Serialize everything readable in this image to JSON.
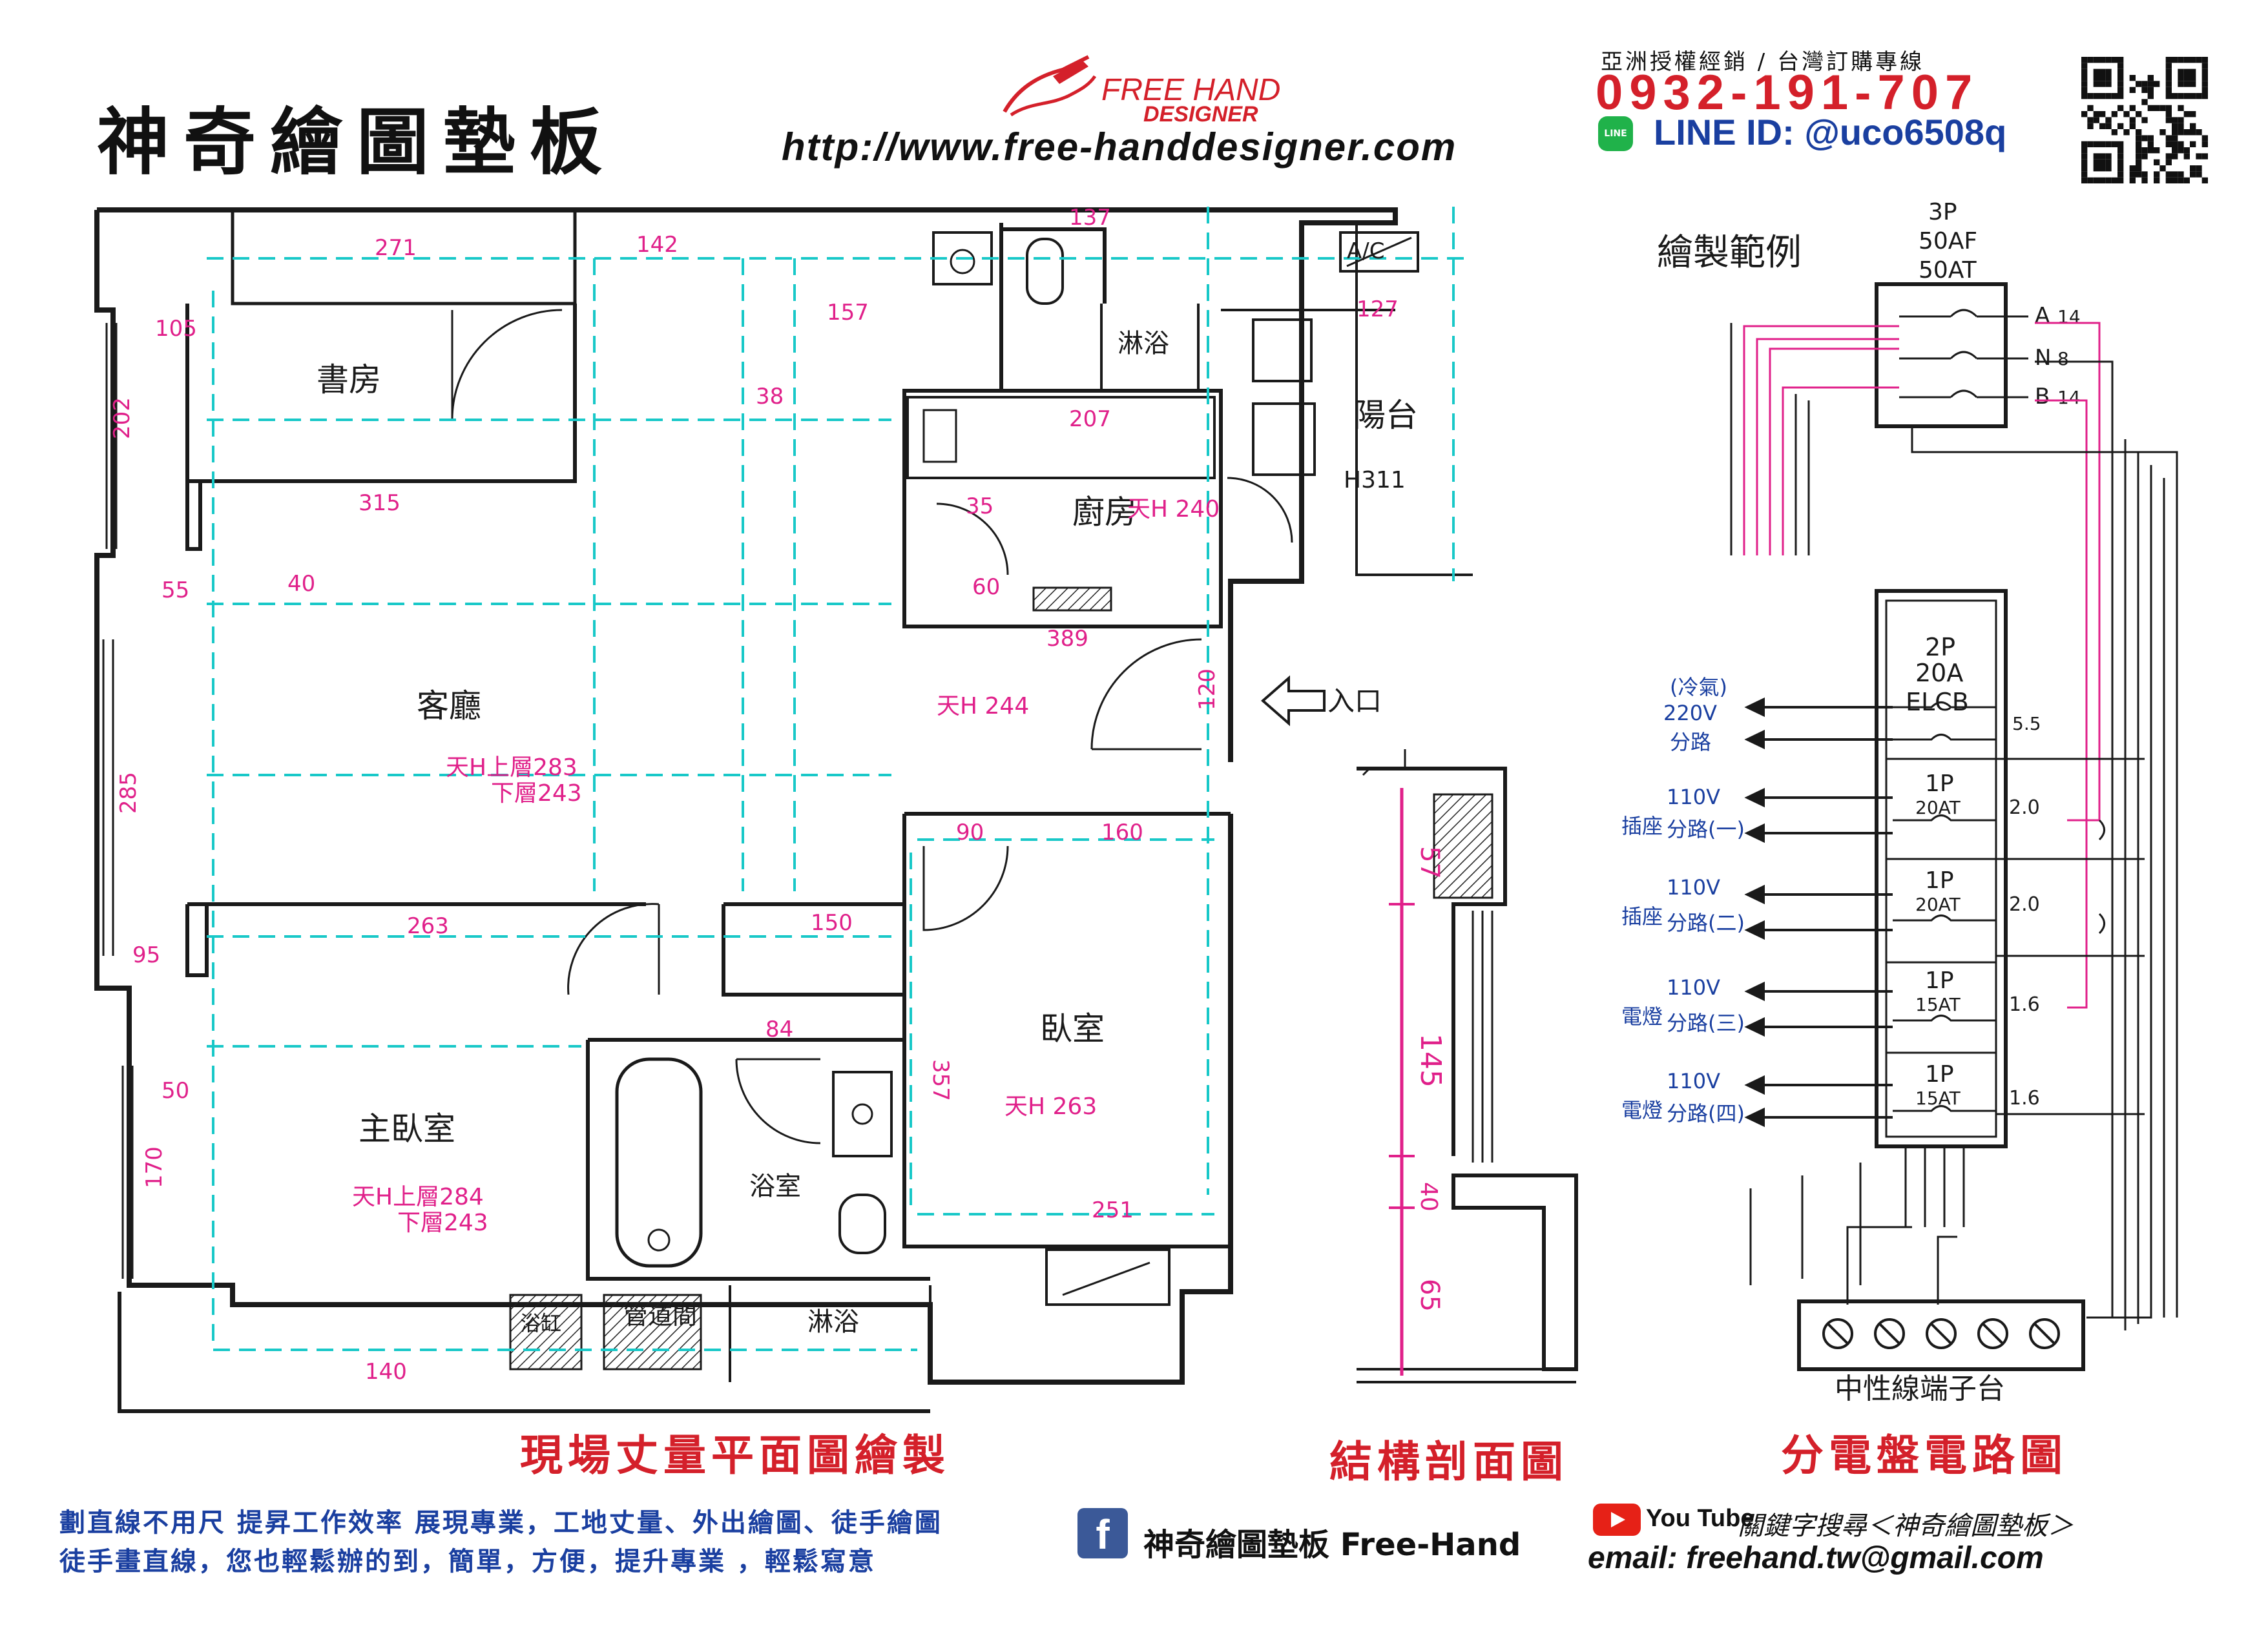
{
  "header": {
    "title": "神奇繪圖墊板",
    "brand_name": "FREE HAND",
    "brand_sub": "DESIGNER",
    "website": "http://www.free-handdesigner.com",
    "distributor": "亞洲授權經銷 / 台灣訂購專線",
    "phone": "0932-191-707",
    "line_badge": "LINE",
    "line_id": "LINE ID: @uco6508q"
  },
  "plan": {
    "rooms": {
      "study": "書房",
      "living": "客廳",
      "kitchen": "廚房",
      "balcony": "陽台",
      "master": "主臥室",
      "bedroom": "臥室",
      "bath": "浴室",
      "shower_top": "淋浴",
      "shower_bottom": "淋浴",
      "pipe": "管道間",
      "bathtub_label": "浴缸",
      "entrance": "入口",
      "ac": "A/C"
    },
    "heights": {
      "living1": "天H上層283",
      "living2": "下層243",
      "hall": "天H 244",
      "kitchen": "天H 240",
      "balcony": "H311",
      "master1": "天H上層284",
      "master2": "下層243",
      "bedroom": "天H 263"
    },
    "dims": {
      "d271": "271",
      "d142": "142",
      "d137": "137",
      "d127": "127",
      "d105": "105",
      "d202": "202",
      "d315": "315",
      "d157": "157",
      "d207": "207",
      "d389": "389",
      "d285": "285",
      "d263": "263",
      "d160": "160",
      "d150": "150",
      "d120": "120",
      "d50": "50",
      "d170": "170",
      "d90": "90",
      "d55": "55",
      "d95": "95",
      "d84": "84",
      "d357": "357",
      "d251": "251",
      "d140": "140",
      "d38": "38",
      "d40": "40",
      "d35": "35",
      "d60": "60"
    }
  },
  "section": {
    "dims": [
      "57",
      "145",
      "40",
      "65"
    ]
  },
  "circuit": {
    "title": "繪製範例",
    "main_breaker": [
      "3P",
      "50AF",
      "50AT"
    ],
    "main_lines": [
      "A",
      "N",
      "B"
    ],
    "main_sizes": [
      "14",
      "8",
      "14"
    ],
    "elcb": [
      "2P",
      "20A",
      "ELCB"
    ],
    "breakers": [
      {
        "poles": "1P",
        "rating": "20AT",
        "wire": "2.0"
      },
      {
        "poles": "1P",
        "rating": "20AT",
        "wire": "2.0"
      },
      {
        "poles": "1P",
        "rating": "15AT",
        "wire": "1.6"
      },
      {
        "poles": "1P",
        "rating": "15AT",
        "wire": "1.6"
      }
    ],
    "elcb_wire": "5.5",
    "branches": [
      {
        "v": "(冷氣)",
        "n": "220V",
        "l": "分路"
      },
      {
        "v": "110V",
        "n": "插座",
        "l": "分路(一)"
      },
      {
        "v": "110V",
        "n": "插座",
        "l": "分路(二)"
      },
      {
        "v": "110V",
        "n": "電燈",
        "l": "分路(三)"
      },
      {
        "v": "110V",
        "n": "電燈",
        "l": "分路(四)"
      }
    ],
    "neutral_label": "中性線端子台"
  },
  "captions": {
    "plan": "現場丈量平面圖繪製",
    "section": "結構剖面圖",
    "circuit": "分電盤電路圖"
  },
  "footer": {
    "slogan1": "劃直線不用尺 提昇工作效率 展現專業，工地丈量、外出繪圖、徒手繪圖",
    "slogan2": "徒手畫直線，您也輕鬆辦的到，簡單，方便，提升專業 ，輕鬆寫意",
    "fb_text": "神奇繪圖墊板 Free-Hand",
    "fb_letter": "f",
    "yt_label": "You Tube",
    "yt_search": "關鍵字搜尋＜神奇繪圖墊板＞",
    "email": "email: freehand.tw@gmail.com"
  },
  "colors": {
    "ink": "#1a1a1a",
    "pink": "#e0208a",
    "cyan": "#18c8c8",
    "red": "#d4202a",
    "blue": "#1a3fa0"
  }
}
